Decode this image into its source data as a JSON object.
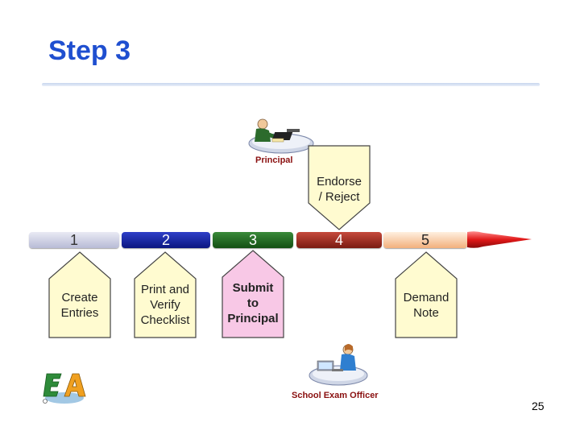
{
  "slide": {
    "title": "Step 3",
    "page_number": "25"
  },
  "timeline": {
    "segments": [
      "1",
      "2",
      "3",
      "4",
      "5"
    ]
  },
  "callouts": {
    "create_entries": [
      "Create",
      "Entries"
    ],
    "print_verify": [
      "Print and",
      "Verify",
      "Checklist"
    ],
    "submit": [
      "Submit",
      "to",
      "Principal"
    ],
    "endorse": [
      "Endorse",
      "/ Reject"
    ],
    "demand": [
      "Demand",
      "Note"
    ]
  },
  "roles": {
    "principal": "Principal",
    "exam_officer": "School Exam Officer"
  },
  "colors": {
    "title": "#1f4fd0",
    "callout_fill": "#fffbd0",
    "submit_fill": "#f8c8e6",
    "role_label": "#8a1010"
  },
  "icons": {
    "principal": "person-at-desk-icon",
    "exam_officer": "person-at-computer-icon",
    "logo": "hkeaa-logo-icon"
  }
}
